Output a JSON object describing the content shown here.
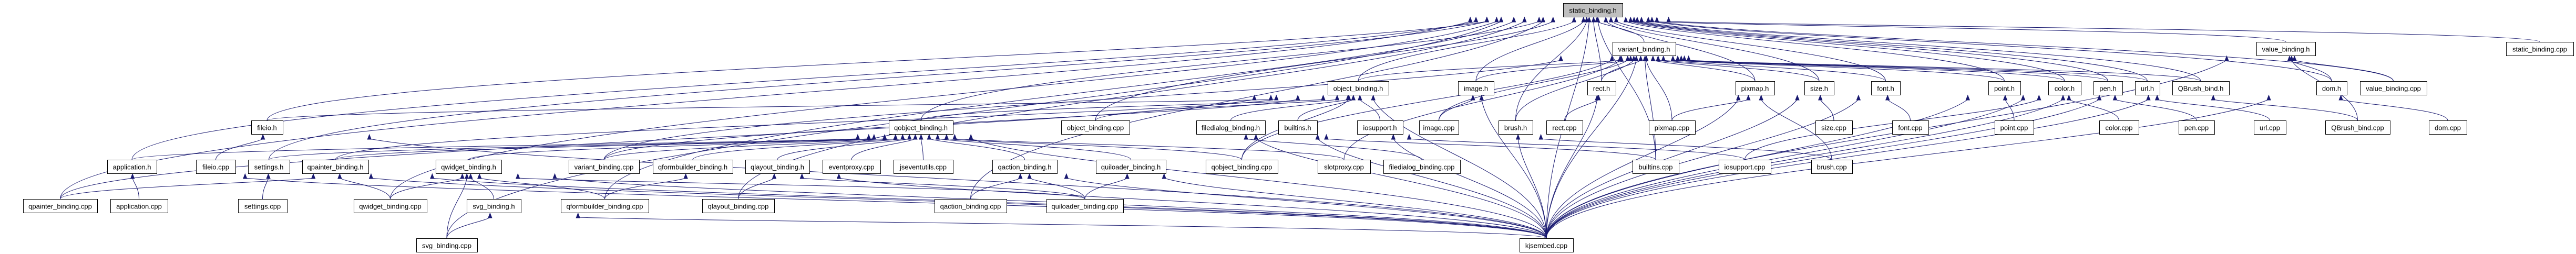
{
  "graph": {
    "root": "static_binding.h",
    "edge_color": "#191970",
    "root_fill": "#bfbfbf",
    "nodes": [
      "static_binding.h",
      "variant_binding.h",
      "value_binding.h",
      "static_binding.cpp",
      "object_binding.h",
      "image.h",
      "rect.h",
      "pixmap.h",
      "size.h",
      "font.h",
      "point.h",
      "color.h",
      "pen.h",
      "url.h",
      "QBrush_bind.h",
      "dom.h",
      "value_binding.cpp",
      "fileio.h",
      "qobject_binding.h",
      "object_binding.cpp",
      "filedialog_binding.h",
      "builtins.h",
      "iosupport.h",
      "image.cpp",
      "brush.h",
      "rect.cpp",
      "pixmap.cpp",
      "size.cpp",
      "font.cpp",
      "point.cpp",
      "color.cpp",
      "pen.cpp",
      "url.cpp",
      "QBrush_bind.cpp",
      "dom.cpp",
      "application.h",
      "fileio.cpp",
      "settings.h",
      "qpainter_binding.h",
      "qwidget_binding.h",
      "variant_binding.cpp",
      "qformbuilder_binding.h",
      "qlayout_binding.h",
      "eventproxy.cpp",
      "jseventutils.cpp",
      "qaction_binding.h",
      "quiloader_binding.h",
      "qobject_binding.cpp",
      "slotproxy.cpp",
      "filedialog_binding.cpp",
      "builtins.cpp",
      "iosupport.cpp",
      "brush.cpp",
      "qpainter_binding.cpp",
      "application.cpp",
      "settings.cpp",
      "qwidget_binding.cpp",
      "svg_binding.h",
      "qformbuilder_binding.cpp",
      "qlayout_binding.cpp",
      "qaction_binding.cpp",
      "quiloader_binding.cpp",
      "svg_binding.cpp",
      "kjsembed.cpp"
    ],
    "edges": [
      [
        "variant_binding.h",
        "static_binding.h"
      ],
      [
        "object_binding.h",
        "static_binding.h"
      ],
      [
        "object_binding.h",
        "variant_binding.h"
      ],
      [
        "value_binding.h",
        "static_binding.h"
      ],
      [
        "image.h",
        "static_binding.h"
      ],
      [
        "image.h",
        "variant_binding.h"
      ],
      [
        "rect.h",
        "static_binding.h"
      ],
      [
        "rect.h",
        "variant_binding.h"
      ],
      [
        "pixmap.h",
        "static_binding.h"
      ],
      [
        "pixmap.h",
        "variant_binding.h"
      ],
      [
        "size.h",
        "static_binding.h"
      ],
      [
        "size.h",
        "variant_binding.h"
      ],
      [
        "font.h",
        "static_binding.h"
      ],
      [
        "font.h",
        "variant_binding.h"
      ],
      [
        "point.h",
        "static_binding.h"
      ],
      [
        "point.h",
        "variant_binding.h"
      ],
      [
        "color.h",
        "static_binding.h"
      ],
      [
        "color.h",
        "variant_binding.h"
      ],
      [
        "pen.h",
        "static_binding.h"
      ],
      [
        "pen.h",
        "variant_binding.h"
      ],
      [
        "url.h",
        "static_binding.h"
      ],
      [
        "url.h",
        "variant_binding.h"
      ],
      [
        "QBrush_bind.h",
        "static_binding.h"
      ],
      [
        "QBrush_bind.h",
        "variant_binding.h"
      ],
      [
        "dom.h",
        "value_binding.h"
      ],
      [
        "dom.h",
        "static_binding.h"
      ],
      [
        "brush.h",
        "static_binding.h"
      ],
      [
        "brush.h",
        "variant_binding.h"
      ],
      [
        "fileio.h",
        "static_binding.h"
      ],
      [
        "fileio.h",
        "object_binding.h"
      ],
      [
        "qobject_binding.h",
        "object_binding.h"
      ],
      [
        "qobject_binding.h",
        "static_binding.h"
      ],
      [
        "filedialog_binding.h",
        "object_binding.h"
      ],
      [
        "builtins.h",
        "object_binding.h"
      ],
      [
        "iosupport.h",
        "object_binding.h"
      ],
      [
        "application.h",
        "qobject_binding.h"
      ],
      [
        "application.h",
        "static_binding.h"
      ],
      [
        "settings.h",
        "qobject_binding.h"
      ],
      [
        "settings.h",
        "static_binding.h"
      ],
      [
        "qpainter_binding.h",
        "qobject_binding.h"
      ],
      [
        "qpainter_binding.h",
        "object_binding.h"
      ],
      [
        "qwidget_binding.h",
        "qobject_binding.h"
      ],
      [
        "qformbuilder_binding.h",
        "qobject_binding.h"
      ],
      [
        "qlayout_binding.h",
        "qobject_binding.h"
      ],
      [
        "qaction_binding.h",
        "qobject_binding.h"
      ],
      [
        "quiloader_binding.h",
        "qobject_binding.h"
      ],
      [
        "svg_binding.h",
        "qwidget_binding.h"
      ],
      [
        "static_binding.cpp",
        "static_binding.h"
      ],
      [
        "value_binding.cpp",
        "value_binding.h"
      ],
      [
        "value_binding.cpp",
        "static_binding.h"
      ],
      [
        "object_binding.cpp",
        "object_binding.h"
      ],
      [
        "object_binding.cpp",
        "static_binding.h"
      ],
      [
        "image.cpp",
        "image.h"
      ],
      [
        "image.cpp",
        "variant_binding.h"
      ],
      [
        "rect.cpp",
        "rect.h"
      ],
      [
        "pixmap.cpp",
        "pixmap.h"
      ],
      [
        "pixmap.cpp",
        "variant_binding.h"
      ],
      [
        "size.cpp",
        "size.h"
      ],
      [
        "font.cpp",
        "font.h"
      ],
      [
        "point.cpp",
        "point.h"
      ],
      [
        "color.cpp",
        "color.h"
      ],
      [
        "pen.cpp",
        "pen.h"
      ],
      [
        "url.cpp",
        "url.h"
      ],
      [
        "QBrush_bind.cpp",
        "QBrush_bind.h"
      ],
      [
        "QBrush_bind.cpp",
        "value_binding.h"
      ],
      [
        "dom.cpp",
        "dom.h"
      ],
      [
        "fileio.cpp",
        "fileio.h"
      ],
      [
        "variant_binding.cpp",
        "variant_binding.h"
      ],
      [
        "variant_binding.cpp",
        "qobject_binding.h"
      ],
      [
        "variant_binding.cpp",
        "object_binding.h"
      ],
      [
        "eventproxy.cpp",
        "qobject_binding.h"
      ],
      [
        "jseventutils.cpp",
        "qobject_binding.h"
      ],
      [
        "qobject_binding.cpp",
        "qobject_binding.h"
      ],
      [
        "qobject_binding.cpp",
        "object_binding.h"
      ],
      [
        "qobject_binding.cpp",
        "variant_binding.h"
      ],
      [
        "slotproxy.cpp",
        "qobject_binding.h"
      ],
      [
        "slotproxy.cpp",
        "variant_binding.h"
      ],
      [
        "filedialog_binding.cpp",
        "filedialog_binding.h"
      ],
      [
        "builtins.cpp",
        "builtins.h"
      ],
      [
        "builtins.cpp",
        "variant_binding.h"
      ],
      [
        "builtins.cpp",
        "static_binding.h"
      ],
      [
        "iosupport.cpp",
        "iosupport.h"
      ],
      [
        "iosupport.cpp",
        "color.h"
      ],
      [
        "brush.cpp",
        "brush.h"
      ],
      [
        "brush.cpp",
        "pixmap.h"
      ],
      [
        "qpainter_binding.cpp",
        "qpainter_binding.h"
      ],
      [
        "qpainter_binding.cpp",
        "static_binding.h"
      ],
      [
        "qpainter_binding.cpp",
        "object_binding.h"
      ],
      [
        "application.cpp",
        "application.h"
      ],
      [
        "settings.cpp",
        "settings.h"
      ],
      [
        "qwidget_binding.cpp",
        "qwidget_binding.h"
      ],
      [
        "qwidget_binding.cpp",
        "qpainter_binding.h"
      ],
      [
        "qwidget_binding.cpp",
        "static_binding.h"
      ],
      [
        "qformbuilder_binding.cpp",
        "qformbuilder_binding.h"
      ],
      [
        "qformbuilder_binding.cpp",
        "qwidget_binding.h"
      ],
      [
        "qformbuilder_binding.cpp",
        "static_binding.h"
      ],
      [
        "qlayout_binding.cpp",
        "qlayout_binding.h"
      ],
      [
        "qlayout_binding.cpp",
        "static_binding.h"
      ],
      [
        "qaction_binding.cpp",
        "qaction_binding.h"
      ],
      [
        "qaction_binding.cpp",
        "static_binding.h"
      ],
      [
        "quiloader_binding.cpp",
        "quiloader_binding.h"
      ],
      [
        "quiloader_binding.cpp",
        "qaction_binding.h"
      ],
      [
        "quiloader_binding.cpp",
        "qwidget_binding.h"
      ],
      [
        "quiloader_binding.cpp",
        "qlayout_binding.h"
      ],
      [
        "svg_binding.cpp",
        "svg_binding.h"
      ],
      [
        "svg_binding.cpp",
        "qwidget_binding.h"
      ],
      [
        "svg_binding.cpp",
        "static_binding.h"
      ],
      [
        "kjsembed.cpp",
        "fileio.h"
      ],
      [
        "kjsembed.cpp",
        "application.h"
      ],
      [
        "kjsembed.cpp",
        "settings.h"
      ],
      [
        "kjsembed.cpp",
        "qpainter_binding.h"
      ],
      [
        "kjsembed.cpp",
        "qwidget_binding.h"
      ],
      [
        "kjsembed.cpp",
        "svg_binding.h"
      ],
      [
        "kjsembed.cpp",
        "qlayout_binding.h"
      ],
      [
        "kjsembed.cpp",
        "qaction_binding.h"
      ],
      [
        "kjsembed.cpp",
        "quiloader_binding.h"
      ],
      [
        "kjsembed.cpp",
        "image.h"
      ],
      [
        "kjsembed.cpp",
        "rect.h"
      ],
      [
        "kjsembed.cpp",
        "brush.h"
      ],
      [
        "kjsembed.cpp",
        "pixmap.h"
      ],
      [
        "kjsembed.cpp",
        "size.h"
      ],
      [
        "kjsembed.cpp",
        "font.h"
      ],
      [
        "kjsembed.cpp",
        "point.h"
      ],
      [
        "kjsembed.cpp",
        "color.h"
      ],
      [
        "kjsembed.cpp",
        "pen.h"
      ],
      [
        "kjsembed.cpp",
        "url.h"
      ],
      [
        "kjsembed.cpp",
        "QBrush_bind.h"
      ],
      [
        "kjsembed.cpp",
        "dom.h"
      ],
      [
        "kjsembed.cpp",
        "builtins.h"
      ],
      [
        "kjsembed.cpp",
        "iosupport.h"
      ],
      [
        "kjsembed.cpp",
        "filedialog_binding.h"
      ],
      [
        "kjsembed.cpp",
        "qobject_binding.h"
      ],
      [
        "kjsembed.cpp",
        "object_binding.h"
      ],
      [
        "kjsembed.cpp",
        "variant_binding.h"
      ],
      [
        "kjsembed.cpp",
        "static_binding.h"
      ],
      [
        "kjsembed.cpp",
        "value_binding.h"
      ]
    ]
  }
}
